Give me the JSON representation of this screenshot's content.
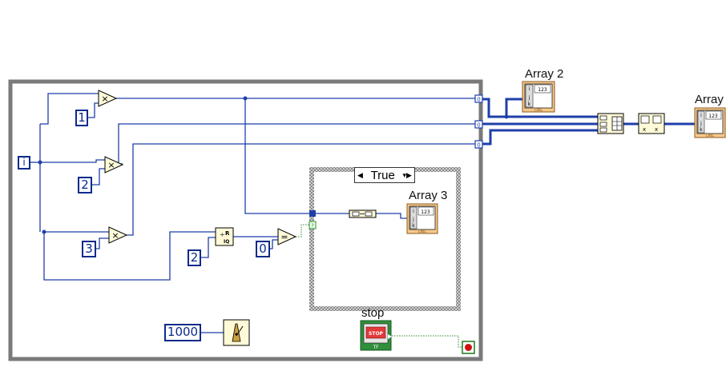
{
  "iteration_terminal": "i",
  "constants": {
    "one": "1",
    "two": "2",
    "three": "3",
    "divisor": "2",
    "zero": "0",
    "wait_ms": "1000"
  },
  "case_structure": {
    "selector_value": "True"
  },
  "indicators": {
    "array": "Array",
    "array2": "Array 2",
    "array3": "Array 3",
    "stop": "stop"
  },
  "glyphs": {
    "multiply": "×",
    "equals": "=",
    "numeric": "123",
    "dbl": "DBL",
    "stop": "STOP",
    "tf": "TF",
    "tunnel": "0",
    "quotient_r": "R",
    "quotient_iq": "IQ"
  },
  "colors": {
    "wire_numeric": "#1f3fa8",
    "wire_boolean": "#2e8b2e",
    "loop_frame": "#7a7a7a",
    "case_frame": "#808080",
    "indicator_fill": "#f6c98a",
    "stop_button": "#2f8f3a",
    "stop_terminal": "#d01010"
  }
}
